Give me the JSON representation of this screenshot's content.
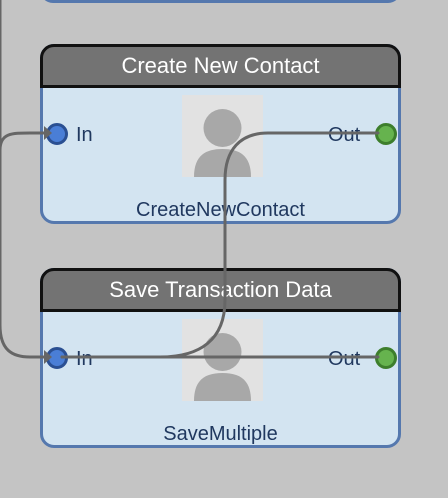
{
  "nodes": [
    {
      "title": "Create New Contact",
      "name": "CreateNewContact",
      "in_label": "In",
      "out_label": "Out"
    },
    {
      "title": "Save Transaction Data",
      "name": "SaveMultiple",
      "in_label": "In",
      "out_label": "Out"
    }
  ],
  "colors": {
    "canvas": "#c4c4c4",
    "node_body": "#d3e4f1",
    "node_border": "#5578ae",
    "header": "#737373",
    "in_port": "#4a7ed6",
    "out_port": "#66b34e",
    "wire": "#666666"
  },
  "icons": {
    "avatar": "person-silhouette-icon"
  }
}
